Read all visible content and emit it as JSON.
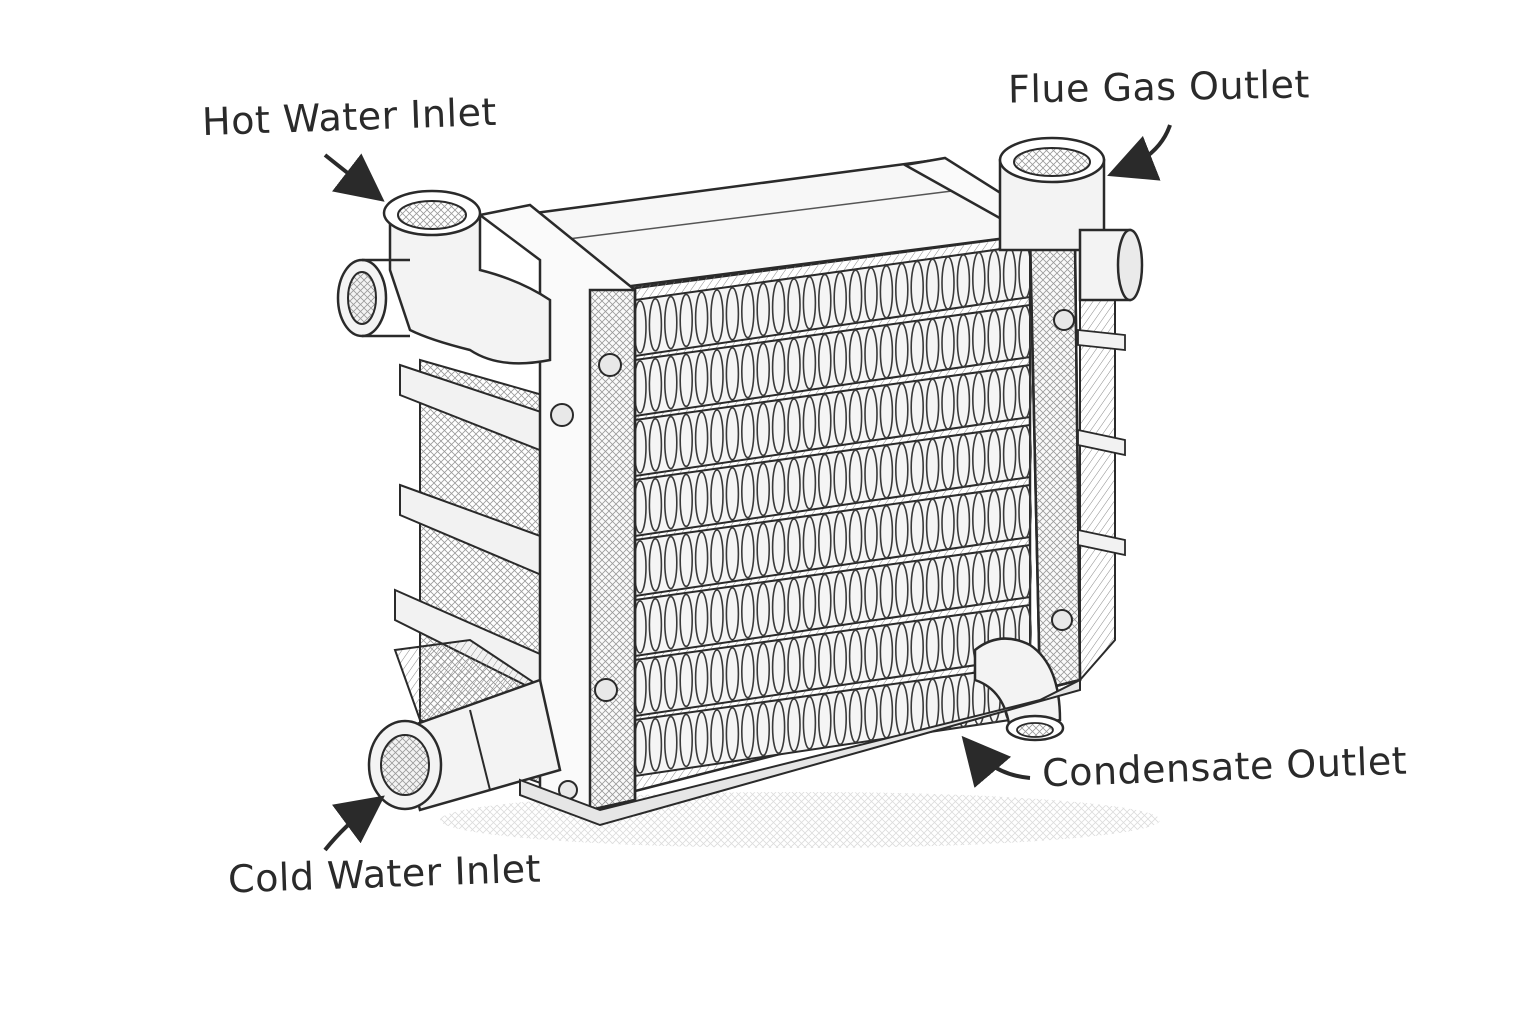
{
  "labels": {
    "hot_water_inlet": "Hot Water Inlet",
    "flue_gas_outlet": "Flue Gas Outlet",
    "cold_water_inlet": "Cold Water Inlet",
    "condensate_outlet": "Condensate Outlet"
  },
  "colors": {
    "ink": "#2a2a2a",
    "background": "#ffffff"
  }
}
